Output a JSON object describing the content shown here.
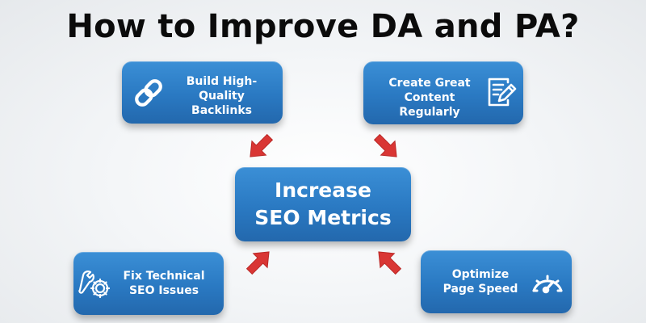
{
  "title": "How to Improve DA and PA?",
  "colors": {
    "box_fill": "#2a79c2",
    "box_fill_light": "#3b8fd6",
    "arrow": "#d93634",
    "title_text": "#0b0b0b",
    "background": "#f4f6f8"
  },
  "center": {
    "label": "Increase\nSEO Metrics"
  },
  "nodes": [
    {
      "id": "backlinks",
      "label": "Build High-Quality\nBacklinks",
      "icon": "link-icon",
      "position": "top-left"
    },
    {
      "id": "content",
      "label": "Create Great\nContent Regularly",
      "icon": "document-edit-icon",
      "position": "top-right"
    },
    {
      "id": "technical",
      "label": "Fix Technical\nSEO Issues",
      "icon": "wrench-gear-icon",
      "position": "bottom-left"
    },
    {
      "id": "speed",
      "label": "Optimize\nPage Speed",
      "icon": "speedometer-icon",
      "position": "bottom-right"
    }
  ],
  "arrows": [
    {
      "from": "backlinks",
      "to": "center",
      "direction": "down-right"
    },
    {
      "from": "content",
      "to": "center",
      "direction": "down-left"
    },
    {
      "from": "technical",
      "to": "center",
      "direction": "up-right"
    },
    {
      "from": "speed",
      "to": "center",
      "direction": "up-left"
    }
  ]
}
